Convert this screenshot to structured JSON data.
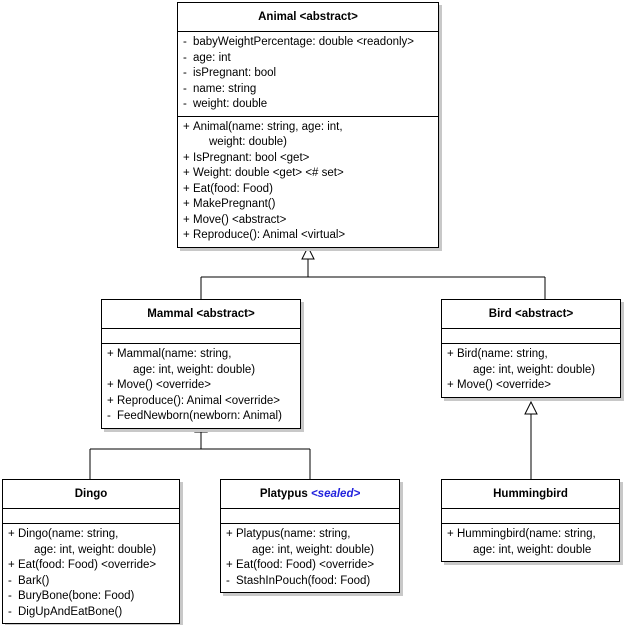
{
  "diagram": {
    "title": "Animal class hierarchy UML diagram",
    "colors": {
      "line": "#000000",
      "box_fill": "#ffffff",
      "shadow": "#c8c8c8",
      "sealed_stereotype": "#2222dd"
    }
  },
  "classes": {
    "animal": {
      "name": "Animal",
      "stereotype": "<abstract>",
      "attributes": [
        {
          "visibility": "-",
          "text": "babyWeightPercentage: double <readonly>"
        },
        {
          "visibility": "-",
          "text": "age: int"
        },
        {
          "visibility": "-",
          "text": "isPregnant: bool"
        },
        {
          "visibility": "-",
          "text": "name: string"
        },
        {
          "visibility": "-",
          "text": "weight: double"
        }
      ],
      "operations": [
        {
          "visibility": "+",
          "text": "Animal(name: string, age: int,",
          "cont": "weight: double)"
        },
        {
          "visibility": "+",
          "text": "IsPregnant: bool <get>"
        },
        {
          "visibility": "+",
          "text": "Weight: double <get> <# set>"
        },
        {
          "visibility": "+",
          "text": "Eat(food: Food)"
        },
        {
          "visibility": "+",
          "text": "MakePregnant()"
        },
        {
          "visibility": "+",
          "text": "Move() <abstract>"
        },
        {
          "visibility": "+",
          "text": "Reproduce(): Animal <virtual>"
        }
      ]
    },
    "mammal": {
      "name": "Mammal",
      "stereotype": "<abstract>",
      "attributes": [],
      "operations": [
        {
          "visibility": "+",
          "text": "Mammal(name: string,",
          "cont": "age: int, weight: double)"
        },
        {
          "visibility": "+",
          "text": "Move() <override>"
        },
        {
          "visibility": "+",
          "text": "Reproduce(): Animal <override>"
        },
        {
          "visibility": "-",
          "text": "FeedNewborn(newborn: Animal)"
        }
      ]
    },
    "bird": {
      "name": "Bird",
      "stereotype": "<abstract>",
      "attributes": [],
      "operations": [
        {
          "visibility": "+",
          "text": "Bird(name: string,",
          "cont": "age: int, weight: double)"
        },
        {
          "visibility": "+",
          "text": "Move() <override>"
        }
      ]
    },
    "dingo": {
      "name": "Dingo",
      "stereotype": "",
      "attributes": [],
      "operations": [
        {
          "visibility": "+",
          "text": "Dingo(name: string,",
          "cont": "age: int, weight: double)"
        },
        {
          "visibility": "+",
          "text": "Eat(food: Food) <override>"
        },
        {
          "visibility": "-",
          "text": "Bark()"
        },
        {
          "visibility": "-",
          "text": "BuryBone(bone: Food)"
        },
        {
          "visibility": "-",
          "text": "DigUpAndEatBone()"
        }
      ]
    },
    "platypus": {
      "name": "Platypus",
      "stereotype": "<sealed>",
      "stereotype_style": "sealed",
      "attributes": [],
      "operations": [
        {
          "visibility": "+",
          "text": "Platypus(name: string,",
          "cont": "age: int, weight: double)"
        },
        {
          "visibility": "+",
          "text": "Eat(food: Food) <override>"
        },
        {
          "visibility": "-",
          "text": "StashInPouch(food: Food)"
        }
      ]
    },
    "hummingbird": {
      "name": "Hummingbird",
      "stereotype": "",
      "attributes": [],
      "operations": [
        {
          "visibility": "+",
          "text": "Hummingbird(name: string,",
          "cont": "age: int, weight: double"
        }
      ]
    }
  },
  "relationships": [
    {
      "type": "generalization",
      "from": "Mammal",
      "to": "Animal"
    },
    {
      "type": "generalization",
      "from": "Bird",
      "to": "Animal"
    },
    {
      "type": "generalization",
      "from": "Dingo",
      "to": "Mammal"
    },
    {
      "type": "generalization",
      "from": "Platypus",
      "to": "Mammal"
    },
    {
      "type": "generalization",
      "from": "Hummingbird",
      "to": "Bird"
    }
  ]
}
